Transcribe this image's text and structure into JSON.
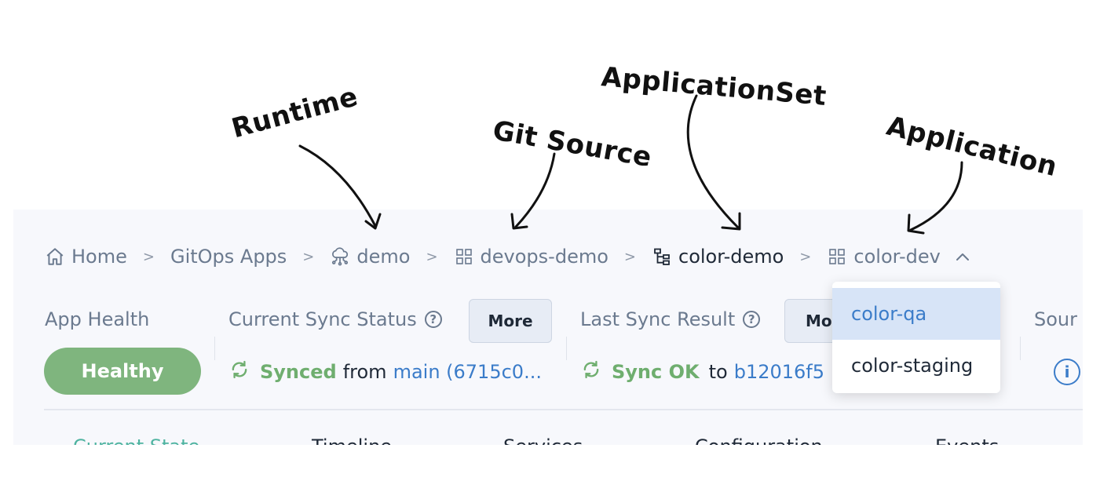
{
  "annotations": {
    "runtime": "Runtime",
    "git_source": "Git Source",
    "application_set": "ApplicationSet",
    "application": "Application"
  },
  "breadcrumb": {
    "home": "Home",
    "gitops_apps": "GitOps Apps",
    "runtime": "demo",
    "git_source": "devops-demo",
    "application_set": "color-demo",
    "application": "color-dev"
  },
  "status": {
    "app_health_label": "App Health",
    "app_health_value": "Healthy",
    "current_sync_label": "Current Sync Status",
    "more_label": "More",
    "more_label_truncated": "Mo",
    "sync_state": "Synced",
    "sync_from": "from",
    "sync_ref": "main (6715c0...",
    "last_sync_label": "Last Sync Result",
    "last_sync_state": "Sync OK",
    "last_sync_to": "to",
    "last_sync_ref": "b12016f5",
    "source_label_truncated": "Sour"
  },
  "tabs": [
    {
      "label": "Current State"
    },
    {
      "label": "Timeline"
    },
    {
      "label": "Services"
    },
    {
      "label": "Configuration"
    },
    {
      "label": "Events"
    }
  ],
  "dropdown": {
    "options": [
      "color-qa",
      "color-staging"
    ],
    "selected": "color-qa"
  },
  "colors": {
    "healthy": "#7fb57e",
    "synced": "#6fae6f",
    "link": "#3b7cc9",
    "active_tab": "#4eb3a0"
  }
}
